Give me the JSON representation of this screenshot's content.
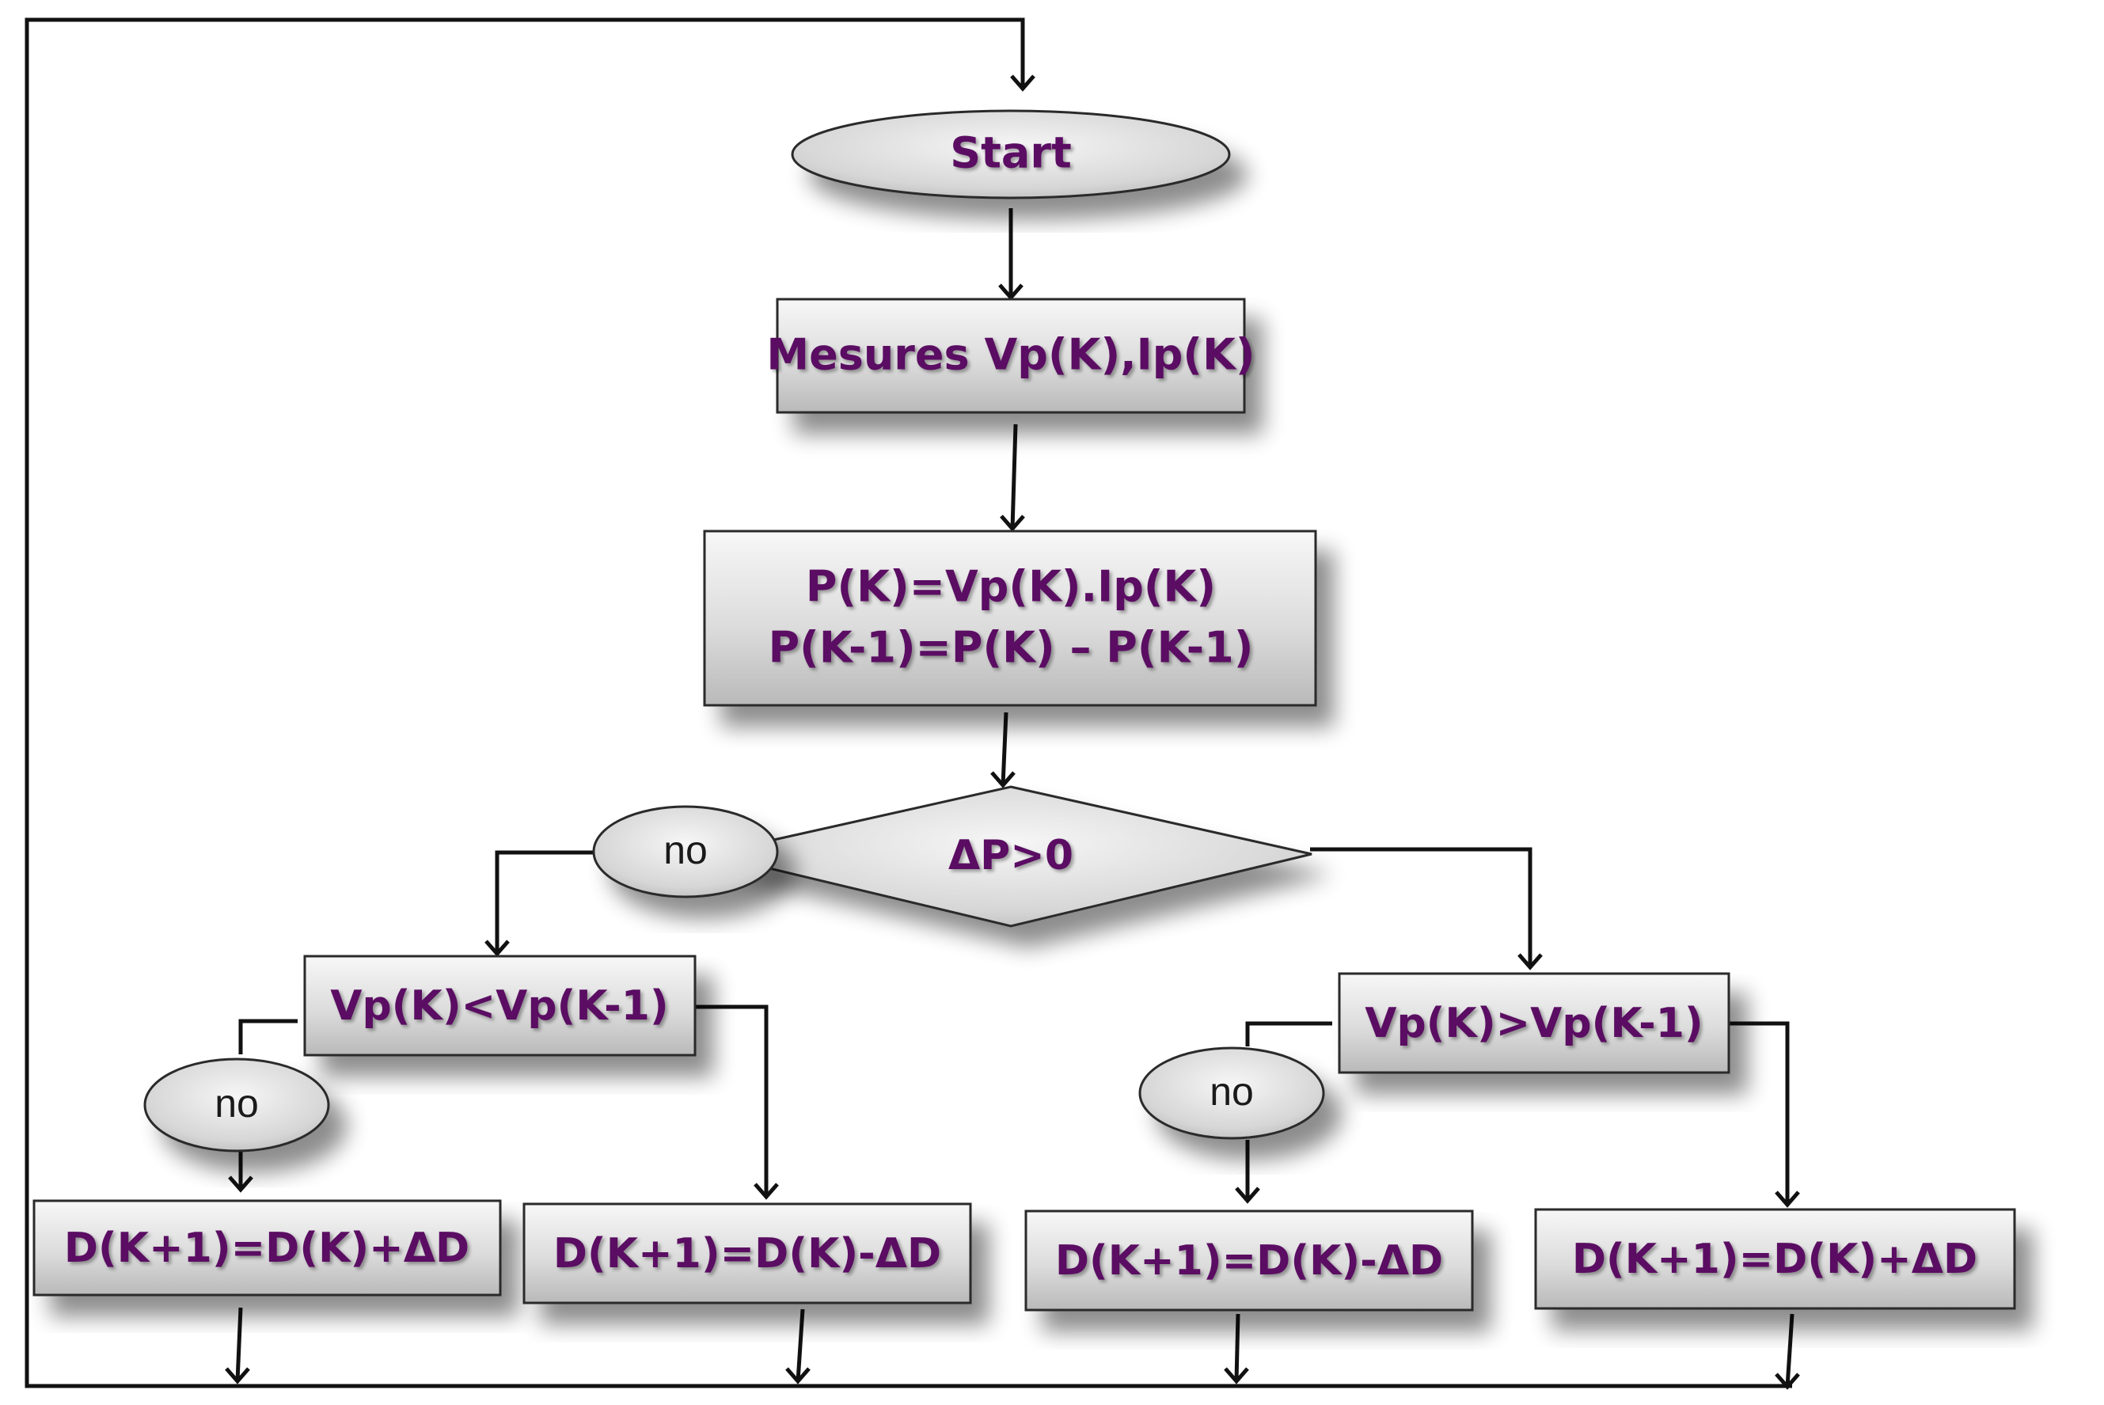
{
  "nodes": {
    "start": "Start",
    "measure": "Mesures Vp(K),Ip(K)",
    "compute_line1": "P(K)=Vp(K).Ip(K)",
    "compute_line2": "P(K-1)=P(K) – P(K-1)",
    "decision_dp": "ΔP>0",
    "decision_left": "Vp(K)<Vp(K-1)",
    "decision_right": "Vp(K)>Vp(K-1)",
    "out_1": "D(K+1)=D(K)+ΔD",
    "out_2": "D(K+1)=D(K)-ΔD",
    "out_3": "D(K+1)=D(K)-ΔD",
    "out_4": "D(K+1)=D(K)+ΔD"
  },
  "labels": {
    "no_top": "no",
    "no_left": "no",
    "no_right": "no"
  },
  "colors": {
    "text": "#5a0f62",
    "box_light": "#f2f2f2",
    "box_dark": "#bdbdbd",
    "line": "#111111"
  }
}
